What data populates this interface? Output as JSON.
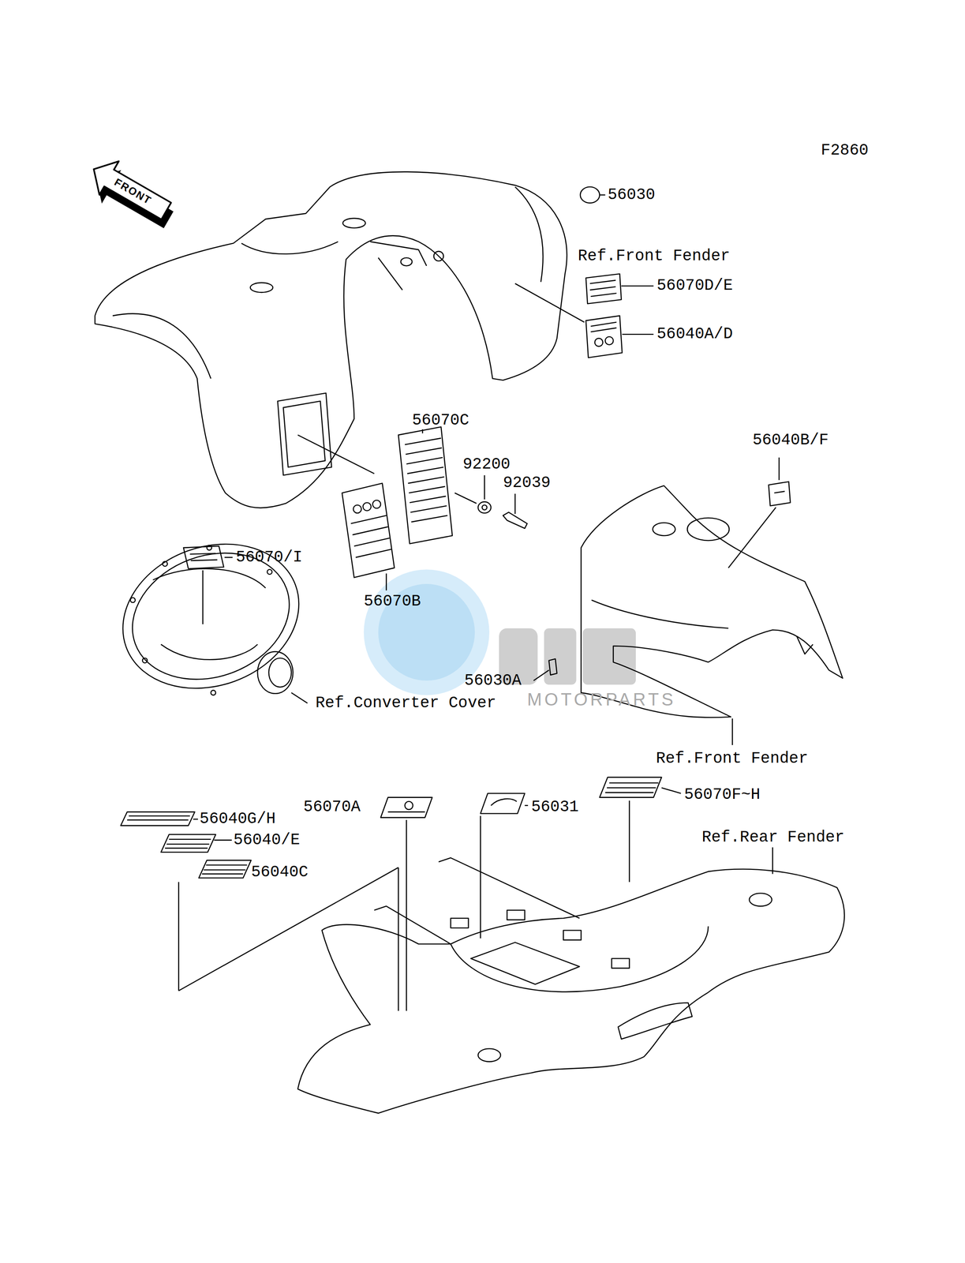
{
  "diagram": {
    "labels": [
      "F2860",
      "FRONT",
      "56030",
      "Ref.Front Fender",
      "56070D/E",
      "56040A/D",
      "56070C",
      "92200",
      "92039",
      "56040B/F",
      "56070/I",
      "56070B",
      "56030A",
      "Ref.Converter Cover",
      "MOTORPARTS",
      "Ref.Front Fender",
      "56070A",
      "56031",
      "56070F~H",
      "56040G/H",
      "56040/E",
      "56040C",
      "Ref.Rear Fender"
    ]
  }
}
